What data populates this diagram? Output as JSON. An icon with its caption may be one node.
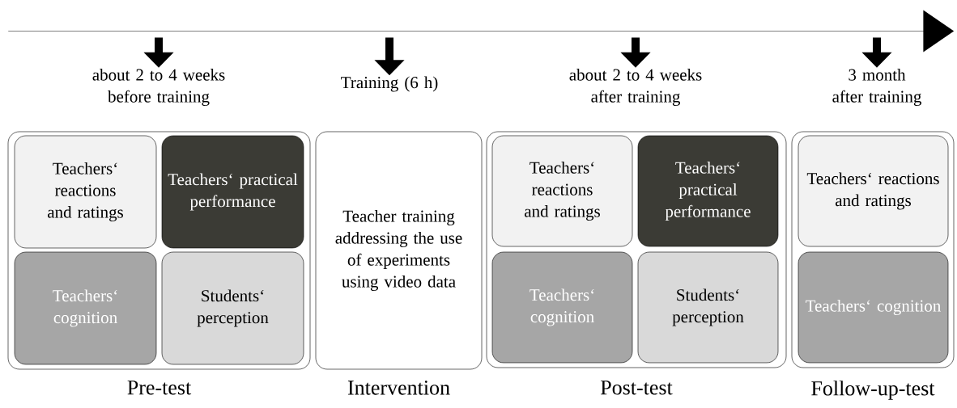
{
  "diagram": {
    "nodes": [
      {
        "text": [
          "Pre-test"
        ]
      },
      {
        "text": [
          "Teachers‘ reactions and ratings"
        ],
        "in": 0
      },
      {
        "text": [
          "Teachers‘ practical performance"
        ],
        "in": 0
      },
      {
        "text": [
          "Teachers‘ cognition"
        ],
        "in": 0
      },
      {
        "text": [
          "Students‘ perception"
        ],
        "in": 0
      },
      {
        "text": [
          "Teacher training addressing the use of experiments using video data",
          "Intervention"
        ]
      },
      {
        "text": [
          "Post-test"
        ]
      },
      {
        "text": [
          "Teachers‘ reactions and ratings"
        ],
        "in": 6
      },
      {
        "text": [
          "Teachers‘ practical performance"
        ],
        "in": 6
      },
      {
        "text": [
          "Teachers‘ cognition"
        ],
        "in": 6
      },
      {
        "text": [
          "Students‘ perception"
        ],
        "in": 6
      },
      {
        "text": [
          "Follow-up-test"
        ]
      },
      {
        "text": [
          "Teachers‘ reactions and ratings"
        ],
        "in": 11
      },
      {
        "text": [
          "Teachers‘ cognition"
        ],
        "in": 11
      },
      {
        "text": [],
        "shape": "arrow"
      },
      {
        "text": [
          "about 2 to 4 weeks before training"
        ]
      },
      {
        "text": [
          "Training (6 h)"
        ]
      },
      {
        "text": [
          "about 2 to 4 weeks after training"
        ]
      },
      {
        "text": [
          "3 month after training"
        ]
      }
    ],
    "edges": [
      {
        "from": 14,
        "to": 15,
        "arrow": "to"
      },
      {
        "from": 14,
        "to": 16,
        "arrow": "to"
      },
      {
        "from": 14,
        "to": 17,
        "arrow": "to"
      },
      {
        "from": 14,
        "to": 18,
        "arrow": "to"
      }
    ]
  }
}
